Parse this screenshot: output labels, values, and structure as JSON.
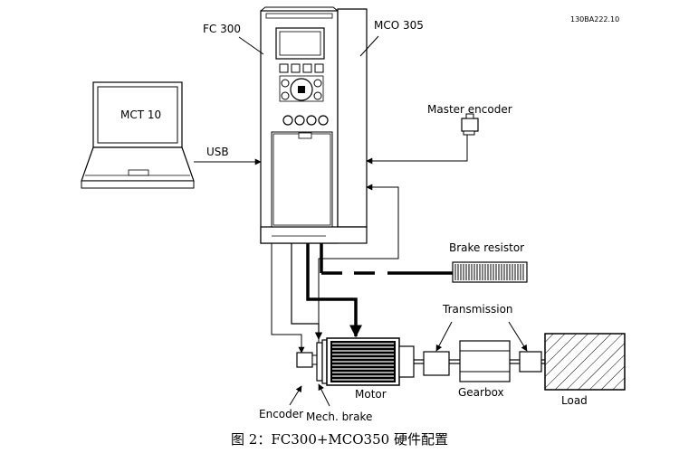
{
  "figure_code": "130BA222.10",
  "labels": {
    "fc300": "FC 300",
    "mco305": "MCO 305",
    "mct10": "MCT 10",
    "usb": "USB",
    "master_encoder": "Master encoder",
    "brake_resistor": "Brake resistor",
    "transmission": "Transmission",
    "motor": "Motor",
    "gearbox": "Gearbox",
    "load": "Load",
    "encoder": "Encoder",
    "mech_brake": "Mech. brake"
  },
  "caption": "图 2：FC300+MCO350 硬件配置"
}
